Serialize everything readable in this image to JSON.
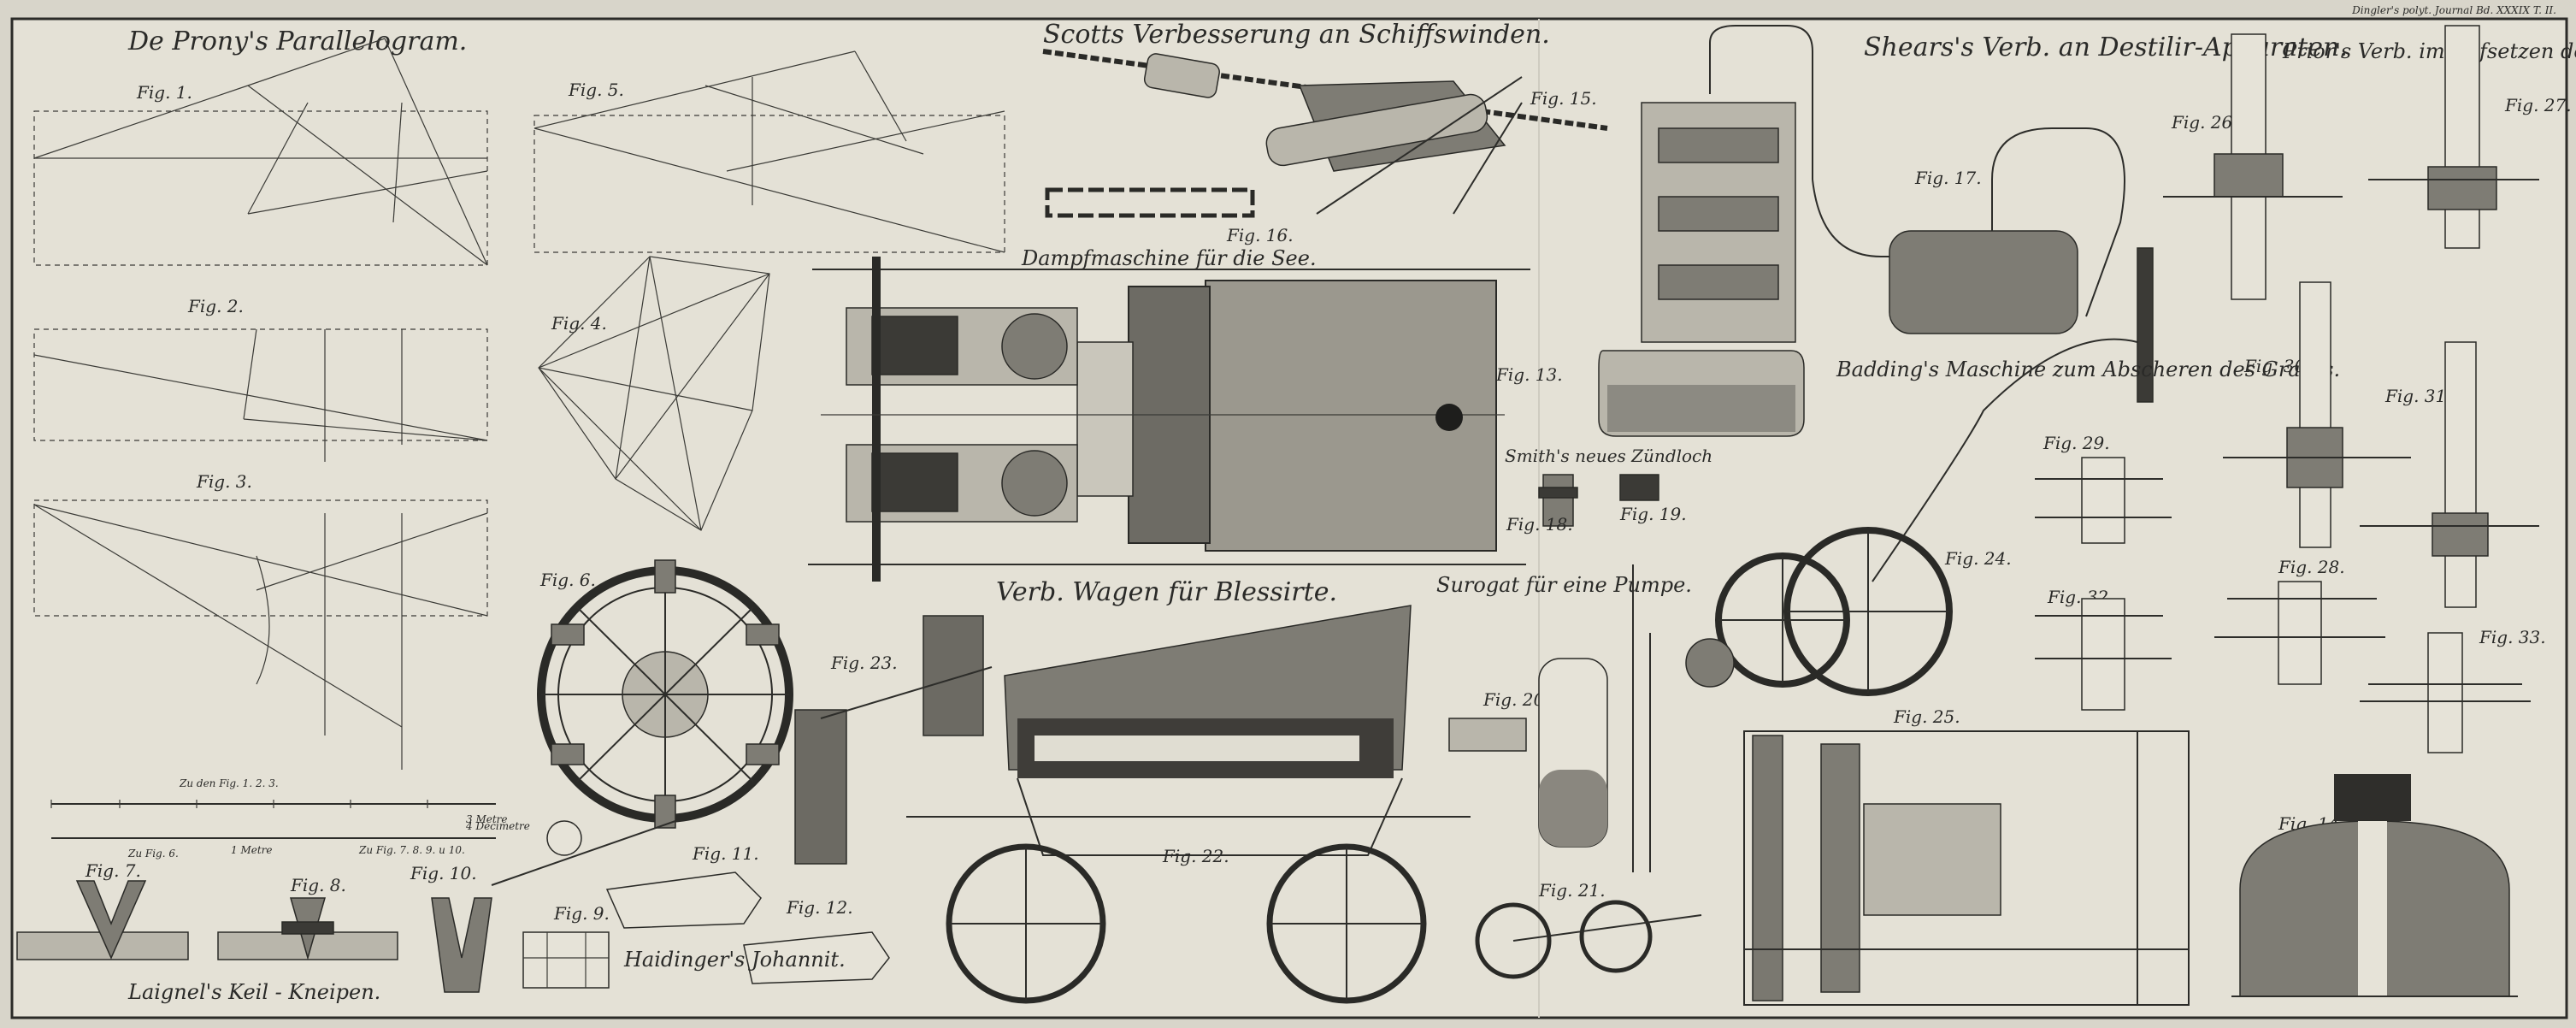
{
  "plate_header": "Dingler's polyt. Journal Bd. XXXIX T. II.",
  "titles": {
    "prony": "De Prony's Parallelogram.",
    "scott": "Scotts Verbesserung an Schiffswinden.",
    "shears": "Shears's Verb. an Destilir-Apparaten.",
    "prior": "Prior's Verb. im Aufsetzen des Top und Top Gallents.",
    "dampf": "Dampfmaschine für die See.",
    "badding": "Badding's Maschine zum Abscheren des Grases.",
    "smith": "Smith's neues Zündloch",
    "wagen": "Verb. Wagen für Blessirte.",
    "surogat": "Surogat für eine Pumpe.",
    "laignel": "Laignel's Keil - Kneipen.",
    "haidinger": "Haidinger's Johannit."
  },
  "figs": {
    "f1": "Fig. 1.",
    "f2": "Fig. 2.",
    "f3": "Fig. 3.",
    "f4": "Fig. 4.",
    "f5": "Fig. 5.",
    "f6": "Fig. 6.",
    "f7": "Fig. 7.",
    "f8": "Fig. 8.",
    "f9": "Fig. 9.",
    "f10": "Fig. 10.",
    "f11": "Fig. 11.",
    "f12": "Fig. 12.",
    "f13": "Fig. 13.",
    "f14": "Fig. 14.",
    "f15": "Fig. 15.",
    "f16": "Fig. 16.",
    "f17": "Fig. 17.",
    "f18": "Fig. 18.",
    "f19": "Fig. 19.",
    "f20": "Fig. 20.",
    "f21": "Fig. 21.",
    "f22": "Fig. 22.",
    "f23": "Fig. 23.",
    "f24": "Fig. 24.",
    "f25": "Fig. 25.",
    "f26": "Fig. 26.",
    "f27": "Fig. 27.",
    "f28": "Fig. 28.",
    "f29": "Fig. 29.",
    "f30": "Fig. 30.",
    "f31": "Fig. 31.",
    "f32": "Fig. 32.",
    "f33": "Fig. 33."
  },
  "scale": {
    "metre": "3 Metre",
    "decimetre": "4 Decimetre",
    "zu_fig123": "Zu den Fig. 1. 2. 3.",
    "zu_fig6": "Zu Fig. 6.",
    "zu_fig78": "Zu Fig. 7. 8. 9. u 10.",
    "one_metre": "1 Metre"
  }
}
